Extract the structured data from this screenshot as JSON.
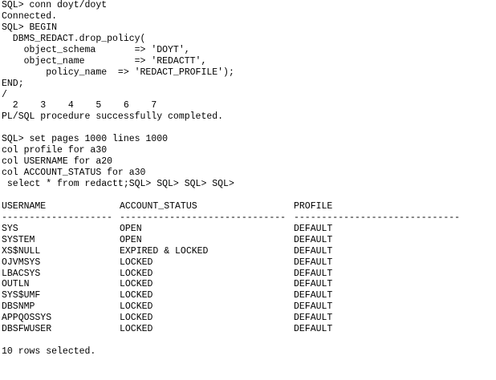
{
  "console": {
    "lines_top": [
      "SQL> conn doyt/doyt",
      "Connected.",
      "SQL> BEGIN",
      "  DBMS_REDACT.drop_policy(",
      "    object_schema       => 'DOYT',",
      "    object_name         => 'REDACTT',",
      "        policy_name  => 'REDACT_PROFILE');",
      "END;",
      "/",
      "  2    3    4    5    6    7",
      "PL/SQL procedure successfully completed.",
      "",
      "SQL> set pages 1000 lines 1000",
      "col profile for a30",
      "col USERNAME for a20",
      "col ACCOUNT_STATUS for a30",
      " select * from redactt;SQL> SQL> SQL> SQL>",
      ""
    ],
    "table": {
      "headers": [
        "USERNAME",
        "ACCOUNT_STATUS",
        "PROFILE"
      ],
      "separators": [
        "--------------------",
        "------------------------------",
        "------------------------------"
      ],
      "rows": [
        [
          "SYS",
          "OPEN",
          "DEFAULT"
        ],
        [
          "SYSTEM",
          "OPEN",
          "DEFAULT"
        ],
        [
          "XS$NULL",
          "EXPIRED & LOCKED",
          "DEFAULT"
        ],
        [
          "OJVMSYS",
          "LOCKED",
          "DEFAULT"
        ],
        [
          "LBACSYS",
          "LOCKED",
          "DEFAULT"
        ],
        [
          "OUTLN",
          "LOCKED",
          "DEFAULT"
        ],
        [
          "SYS$UMF",
          "LOCKED",
          "DEFAULT"
        ],
        [
          "DBSNMP",
          "LOCKED",
          "DEFAULT"
        ],
        [
          "APPQOSSYS",
          "LOCKED",
          "DEFAULT"
        ],
        [
          "DBSFWUSER",
          "LOCKED",
          "DEFAULT"
        ]
      ]
    },
    "footer": "10 rows selected."
  }
}
